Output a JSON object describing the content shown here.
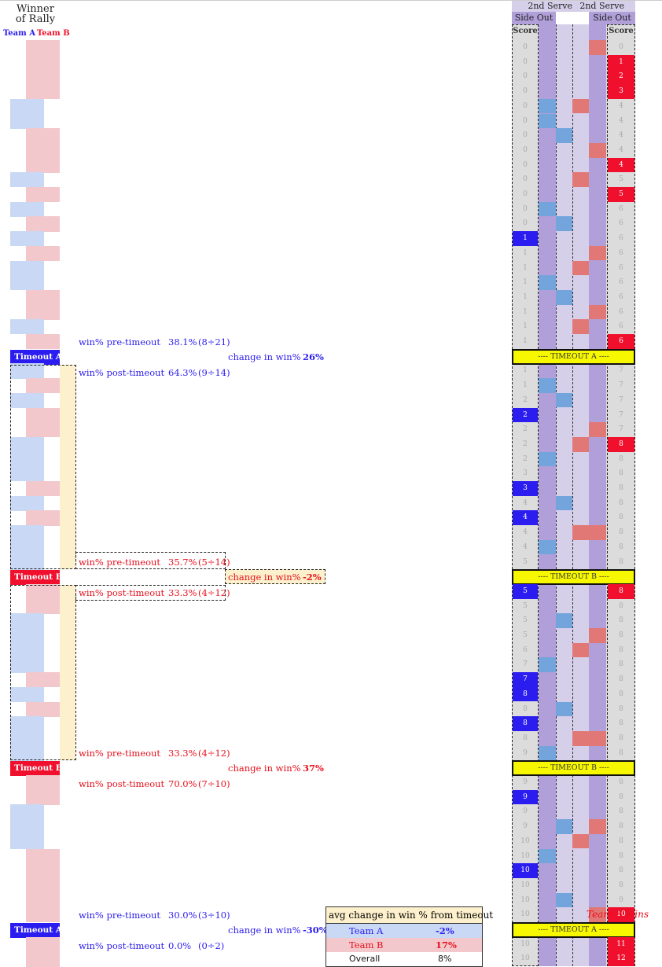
{
  "header": {
    "title_line1": "Winner",
    "title_line2": "of Rally",
    "team_a": "Team A",
    "team_b": "Team B",
    "serve_a": "2nd Serve",
    "sideout_a": "Side Out",
    "serve_b": "2nd Serve",
    "sideout_b": "Side Out",
    "score_a": "Score",
    "score_b": "Score"
  },
  "colors": {
    "team_a": "#2b1cf0",
    "team_b": "#f0102d",
    "team_a_light": "#c9d8f4",
    "team_b_light": "#f2c8cc",
    "lavender": "#d6cfe9",
    "purple": "#b09fd8",
    "mid_blue": "#74a4dc",
    "mid_red": "#e27876",
    "gray_col": "#dcdcdc",
    "timeout_bar": "#f7f700",
    "tan": "#fdf0cc"
  },
  "rallies": [
    {
      "w": "B",
      "a": 0,
      "b": 0
    },
    {
      "w": "B",
      "a": 0,
      "b": 1
    },
    {
      "w": "B",
      "a": 0,
      "b": 2
    },
    {
      "w": "B",
      "a": 0,
      "b": 3
    },
    {
      "w": "A",
      "a": 0,
      "b": 4
    },
    {
      "w": "A",
      "a": 0,
      "b": 4
    },
    {
      "w": "B",
      "a": 0,
      "b": 4
    },
    {
      "w": "B",
      "a": 0,
      "b": 4
    },
    {
      "w": "B",
      "a": 0,
      "b": 4
    },
    {
      "w": "A",
      "a": 0,
      "b": 5
    },
    {
      "w": "B",
      "a": 0,
      "b": 5
    },
    {
      "w": "A",
      "a": 0,
      "b": 6
    },
    {
      "w": "B",
      "a": 0,
      "b": 6
    },
    {
      "w": "A",
      "a": 1,
      "b": 6
    },
    {
      "w": "B",
      "a": 1,
      "b": 6
    },
    {
      "w": "A",
      "a": 1,
      "b": 6
    },
    {
      "w": "A",
      "a": 1,
      "b": 6
    },
    {
      "w": "B",
      "a": 1,
      "b": 6
    },
    {
      "w": "B",
      "a": 1,
      "b": 6
    },
    {
      "w": "A",
      "a": 1,
      "b": 6
    },
    {
      "w": "B",
      "a": 1,
      "b": 6
    },
    {
      "timeout": "A"
    },
    {
      "w": "A",
      "a": 1,
      "b": 7
    },
    {
      "w": "B",
      "a": 1,
      "b": 7
    },
    {
      "w": "A",
      "a": 2,
      "b": 7
    },
    {
      "w": "B",
      "a": 2,
      "b": 7
    },
    {
      "w": "B",
      "a": 2,
      "b": 7
    },
    {
      "w": "A",
      "a": 2,
      "b": 8
    },
    {
      "w": "A",
      "a": 2,
      "b": 8
    },
    {
      "w": "A",
      "a": 3,
      "b": 8
    },
    {
      "w": "B",
      "a": 3,
      "b": 8
    },
    {
      "w": "A",
      "a": 4,
      "b": 8
    },
    {
      "w": "B",
      "a": 4,
      "b": 8
    },
    {
      "w": "A",
      "a": 4,
      "b": 8
    },
    {
      "w": "A",
      "a": 4,
      "b": 8
    },
    {
      "w": "A",
      "a": 5,
      "b": 8
    },
    {
      "timeout": "B"
    },
    {
      "w": "B",
      "a": 5,
      "b": 8
    },
    {
      "w": "B",
      "a": 5,
      "b": 8
    },
    {
      "w": "A",
      "a": 5,
      "b": 8
    },
    {
      "w": "A",
      "a": 5,
      "b": 8
    },
    {
      "w": "A",
      "a": 6,
      "b": 8
    },
    {
      "w": "A",
      "a": 7,
      "b": 8
    },
    {
      "w": "B",
      "a": 7,
      "b": 8
    },
    {
      "w": "A",
      "a": 8,
      "b": 8
    },
    {
      "w": "B",
      "a": 8,
      "b": 8
    },
    {
      "w": "A",
      "a": 8,
      "b": 8
    },
    {
      "w": "A",
      "a": 8,
      "b": 8
    },
    {
      "w": "A",
      "a": 9,
      "b": 8
    },
    {
      "timeout": "B"
    },
    {
      "w": "B",
      "a": 9,
      "b": 8
    },
    {
      "w": "B",
      "a": 9,
      "b": 8
    },
    {
      "w": "A",
      "a": 9,
      "b": 8
    },
    {
      "w": "A",
      "a": 9,
      "b": 8
    },
    {
      "w": "A",
      "a": 10,
      "b": 8
    },
    {
      "w": "B",
      "a": 10,
      "b": 8
    },
    {
      "w": "B",
      "a": 10,
      "b": 8
    },
    {
      "w": "B",
      "a": 10,
      "b": 8
    },
    {
      "w": "B",
      "a": 10,
      "b": 9
    },
    {
      "w": "B",
      "a": 10,
      "b": 10
    },
    {
      "timeout": "A"
    },
    {
      "w": "B",
      "a": 10,
      "b": 11
    },
    {
      "w": "B",
      "a": 10,
      "b": 12
    }
  ],
  "score_hl_a": [
    13,
    24,
    29,
    31,
    35,
    41,
    42,
    44,
    48,
    53
  ],
  "score_hl_b": [
    1,
    2,
    3,
    8,
    10,
    20,
    26,
    35,
    56,
    57,
    58,
    60,
    61
  ],
  "sideout_cells": [
    {
      "c": 0,
      "r": 4
    },
    {
      "c": 2,
      "r": 4
    },
    {
      "c": 0,
      "r": 5
    },
    {
      "c": 0,
      "r": 11
    },
    {
      "c": 2,
      "r": 9
    },
    {
      "c": 0,
      "r": 16
    },
    {
      "c": 2,
      "r": 15
    },
    {
      "c": 2,
      "r": 19
    },
    {
      "c": 0,
      "r": 22
    },
    {
      "c": 0,
      "r": 27
    },
    {
      "c": 2,
      "r": 26
    },
    {
      "c": 0,
      "r": 33
    },
    {
      "c": 2,
      "r": 32
    },
    {
      "c": 0,
      "r": 40
    },
    {
      "c": 2,
      "r": 39
    },
    {
      "c": 0,
      "r": 46
    },
    {
      "c": 2,
      "r": 45
    },
    {
      "c": 0,
      "r": 52
    },
    {
      "c": 2,
      "r": 51
    },
    {
      "c": 1,
      "r": 6
    },
    {
      "c": 1,
      "r": 12
    },
    {
      "c": 1,
      "r": 17
    },
    {
      "c": 1,
      "r": 23
    },
    {
      "c": 1,
      "r": 30
    },
    {
      "c": 1,
      "r": 37
    },
    {
      "c": 1,
      "r": 43
    },
    {
      "c": 1,
      "r": 50
    },
    {
      "c": 1,
      "r": 55
    },
    {
      "c": 3,
      "r": 0
    },
    {
      "c": 3,
      "r": 7
    },
    {
      "c": 3,
      "r": 14
    },
    {
      "c": 3,
      "r": 18
    },
    {
      "c": 3,
      "r": 25
    },
    {
      "c": 3,
      "r": 32
    },
    {
      "c": 3,
      "r": 38
    },
    {
      "c": 3,
      "r": 45
    },
    {
      "c": 3,
      "r": 50
    },
    {
      "c": 3,
      "r": 56
    }
  ],
  "timeouts": [
    {
      "team": "A",
      "label": "Timeout A",
      "bar": "---- TIMEOUT A ----",
      "pre_label": "win% pre-timeout",
      "pre_pct": "38.1%",
      "pre_frac": "(8÷21)",
      "chg_label": "change in win%",
      "chg": "26%",
      "post_label": "win% post-timeout",
      "post_pct": "64.3%",
      "post_frac": "(9÷14)"
    },
    {
      "team": "B",
      "label": "Timeout B",
      "bar": "---- TIMEOUT B ----",
      "pre_label": "win% pre-timeout",
      "pre_pct": "35.7%",
      "pre_frac": "(5÷14)",
      "chg_label": "change in win%",
      "chg": "-2%",
      "post_label": "win% post-timeout",
      "post_pct": "33.3%",
      "post_frac": "(4÷12)"
    },
    {
      "team": "B",
      "label": "Timeout B",
      "bar": "---- TIMEOUT B ----",
      "pre_label": "win% pre-timeout",
      "pre_pct": "33.3%",
      "pre_frac": "(4÷12)",
      "chg_label": "change in win%",
      "chg": "37%",
      "post_label": "win% post-timeout",
      "post_pct": "70.0%",
      "post_frac": "(7÷10)"
    },
    {
      "team": "A",
      "label": "Timeout A",
      "bar": "---- TIMEOUT A ----",
      "pre_label": "win% pre-timeout",
      "pre_pct": "30.0%",
      "pre_frac": "(3÷10)",
      "chg_label": "change in win%",
      "chg": "-30%",
      "post_label": "win% post-timeout",
      "post_pct": "0.0%",
      "post_frac": "(0÷2)"
    }
  ],
  "winner": "Team B Wins",
  "avg_table": {
    "title": "avg change in win % from timeout",
    "rows": [
      {
        "label": "Team A",
        "value": "-2%"
      },
      {
        "label": "Team B",
        "value": "17%"
      },
      {
        "label": "Overall",
        "value": "8%"
      }
    ]
  }
}
